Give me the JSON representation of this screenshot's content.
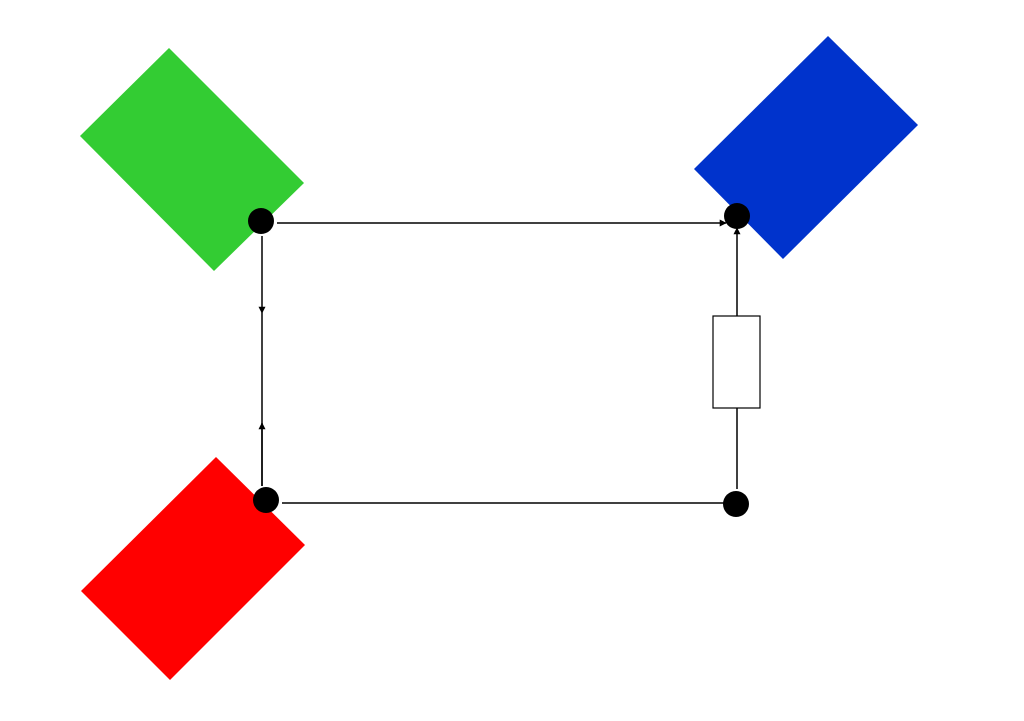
{
  "diagram": {
    "background": "#ffffff",
    "line_color": "#000000",
    "node_fill": "#000000",
    "resistor_fill": "#ffffff",
    "blocks": [
      {
        "id": "green-block",
        "color": "#33cc33"
      },
      {
        "id": "blue-block",
        "color": "#0033cc"
      },
      {
        "id": "red-block",
        "color": "#ff0000"
      }
    ],
    "connections": [
      {
        "from": "green-node",
        "to": "blue-node"
      },
      {
        "from": "green-node",
        "to": "left-junction"
      },
      {
        "from": "red-node",
        "to": "left-junction"
      },
      {
        "from": "red-node",
        "to": "bottom-right-node"
      },
      {
        "from": "bottom-right-node",
        "to": "blue-node",
        "via": "resistor"
      }
    ]
  }
}
